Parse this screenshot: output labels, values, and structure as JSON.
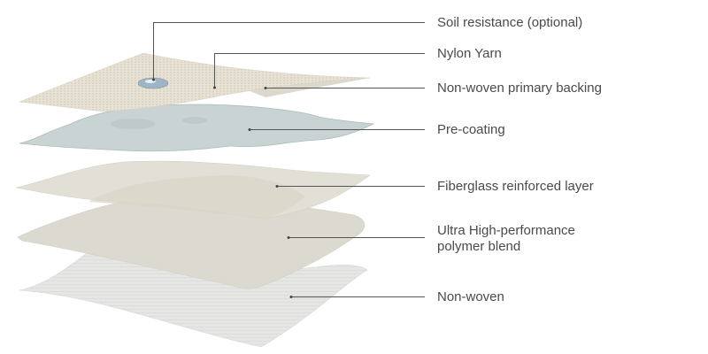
{
  "labels": {
    "soil_resistance": "Soil resistance (optional)",
    "nylon_yarn": "Nylon Yarn",
    "primary_backing": "Non-woven primary backing",
    "pre_coating": "Pre-coating",
    "fiberglass": "Fiberglass reinforced layer",
    "polymer_line1": "Ultra High-performance",
    "polymer_line2": "polymer blend",
    "non_woven": "Non-woven"
  },
  "colors": {
    "leader_line": "#555555",
    "label_text": "#4a4a4a",
    "yarn": "#e6e0d2",
    "pre_coating": "#c9d3d3",
    "fiberglass": "#dedcd2",
    "polymer": "#dcdad0",
    "non_woven": "#e4e4e2"
  }
}
